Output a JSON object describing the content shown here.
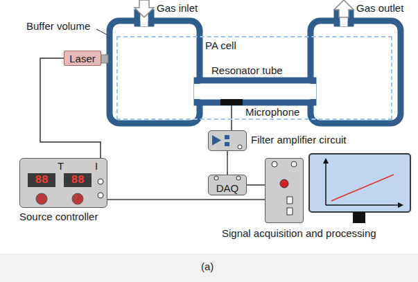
{
  "diagram": {
    "nodes": [
      {
        "text": [
          "PA cell"
        ]
      },
      {
        "text": [
          "Laser"
        ]
      },
      {
        "text": [
          "Microphone"
        ],
        "in": 0
      },
      {
        "text": [
          "Filter amplifier circuit"
        ]
      },
      {
        "text": [
          "DAQ"
        ]
      },
      {
        "text": [
          "T",
          "I",
          "Source controller"
        ]
      },
      {
        "text": [
          "Signal acquisition and processing"
        ]
      }
    ],
    "edges": [
      {
        "from": 1,
        "to": 5,
        "arrow": "none"
      },
      {
        "from": 2,
        "to": 3,
        "arrow": "none"
      },
      {
        "from": 3,
        "to": 4,
        "arrow": "none"
      },
      {
        "from": 4,
        "to": 6,
        "arrow": "none"
      },
      {
        "from": 5,
        "to": 6,
        "arrow": "none"
      }
    ],
    "labels": [
      "Gas inlet",
      "Gas outlet",
      "Buffer volume",
      "Resonator tube",
      "88",
      "88",
      "(a)"
    ]
  }
}
